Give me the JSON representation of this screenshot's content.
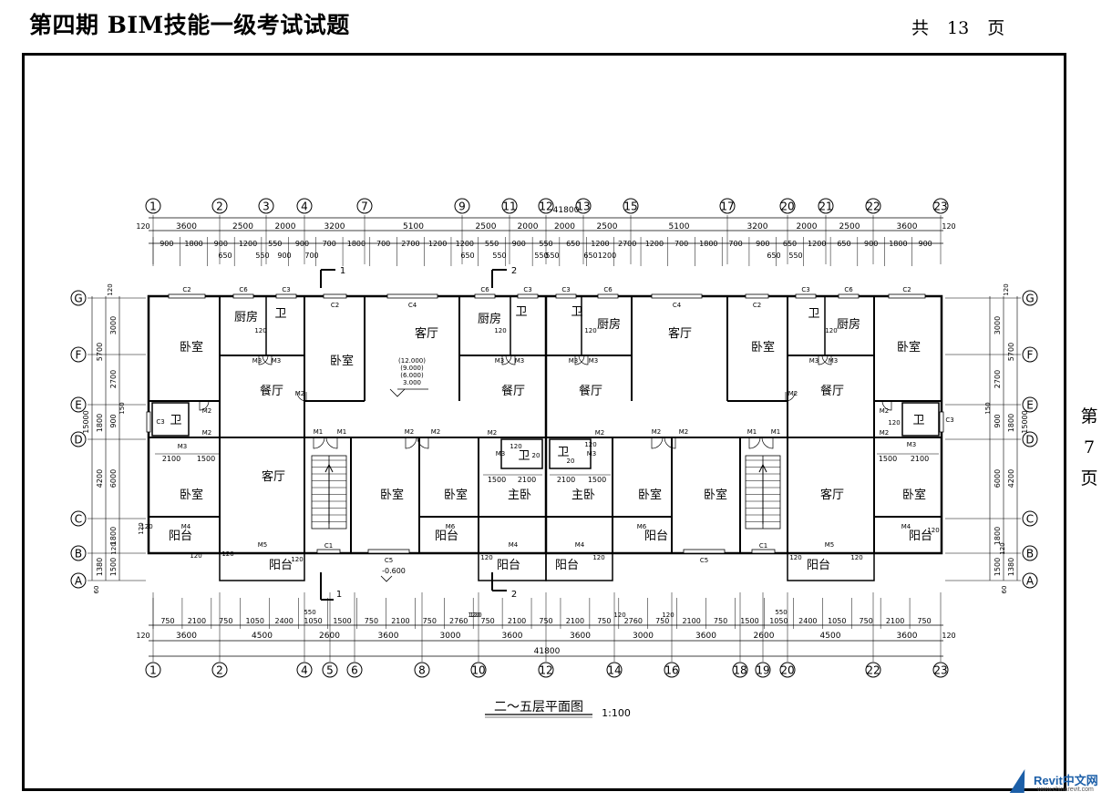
{
  "header": {
    "title": "第四期 BIM技能一级考试试题",
    "total_label": "共",
    "total_count": "13",
    "total_unit": "页"
  },
  "side_page": {
    "prefix": "第",
    "number": "7",
    "unit": "页"
  },
  "drawing": {
    "title": "二～五层平面图",
    "scale": "1:100",
    "overall_top": "41800",
    "overall_bottom": "41800",
    "top_axes": [
      "1",
      "2",
      "3",
      "4",
      "7",
      "9",
      "11",
      "12",
      "13",
      "15",
      "17",
      "20",
      "21",
      "22",
      "23"
    ],
    "bottom_axes": [
      "1",
      "2",
      "4",
      "5",
      "6",
      "8",
      "10",
      "12",
      "14",
      "16",
      "18",
      "19",
      "20",
      "22",
      "23"
    ],
    "left_axes": [
      "G",
      "F",
      "E",
      "D",
      "C",
      "B",
      "A"
    ],
    "right_axes": [
      "G",
      "F",
      "E",
      "D",
      "C",
      "B",
      "A"
    ],
    "top_dims_row1": [
      "3600",
      "2500",
      "2000",
      "3200",
      "5100",
      "2500",
      "2000",
      "2000",
      "2500",
      "5100",
      "3200",
      "2000",
      "2500",
      "3600"
    ],
    "top_dims_row2": [
      "900",
      "1800",
      "900",
      "1200",
      "550",
      "900",
      "700",
      "1800",
      "700",
      "2700",
      "1200",
      "1200",
      "550",
      "900",
      "550",
      "650",
      "1200",
      "2700",
      "1200",
      "700",
      "1800",
      "700",
      "900",
      "650",
      "1200",
      "650",
      "900",
      "1800",
      "900"
    ],
    "top_dims_row3": [
      "650",
      "550",
      "900",
      "700",
      "650",
      "550",
      "550",
      "550",
      "650",
      "1200",
      "650",
      "550"
    ],
    "bottom_dims_row1": [
      "3600",
      "4500",
      "2600",
      "3600",
      "3000",
      "3600",
      "3600",
      "3000",
      "3600",
      "2600",
      "4500",
      "3600"
    ],
    "bottom_dims_row2": [
      "750",
      "2100",
      "750",
      "1050",
      "2400",
      "1050",
      "1500",
      "750",
      "2100",
      "750",
      "2760",
      "750",
      "2100",
      "750",
      "2100",
      "750",
      "2760",
      "750",
      "2100",
      "750",
      "1500",
      "1050",
      "2400",
      "1050",
      "750",
      "2100",
      "750"
    ],
    "bottom_dims_misc": [
      "550",
      "120",
      "120",
      "120",
      "120",
      "550"
    ],
    "left_dims_outer": [
      "3000",
      "2700",
      "900",
      "6000",
      "1800",
      "1500"
    ],
    "left_dims_inner": [
      "5700",
      "1800",
      "4200",
      "1380",
      "15000"
    ],
    "right_dims_outer": [
      "3000",
      "2700",
      "900",
      "6000",
      "1800",
      "1500"
    ],
    "right_dims_inner": [
      "5700",
      "1800",
      "4200",
      "1380",
      "15000"
    ],
    "edge_marks": [
      "120",
      "120",
      "120",
      "120",
      "60",
      "60",
      "120",
      "150",
      "150"
    ],
    "rooms": {
      "bedroom": "卧室",
      "kitchen": "厨房",
      "bath": "卫",
      "living": "客厅",
      "dining": "餐厅",
      "balcony": "阳台",
      "master": "主卧"
    },
    "tags": {
      "C1": "C1",
      "C2": "C2",
      "C3": "C3",
      "C4": "C4",
      "C5": "C5",
      "C6": "C6",
      "M1": "M1",
      "M2": "M2",
      "M3": "M3",
      "M4": "M4",
      "M5": "M5",
      "M6": "M6"
    },
    "dims_misc": {
      "d120": "120",
      "d1500": "1500",
      "d2100": "2100",
      "d20": "20"
    },
    "elevations": [
      "(12.000)",
      "(9.000)",
      "(6.000)",
      "3.000"
    ],
    "ground_elev": "-0.600",
    "section_1": "1",
    "section_2": "2"
  },
  "watermark": {
    "brand": "Revit中文网",
    "url": "www.chinarevit.com"
  },
  "colors": {
    "line": "#000000",
    "paper": "#ffffff",
    "brand": "#1c5fa8"
  }
}
